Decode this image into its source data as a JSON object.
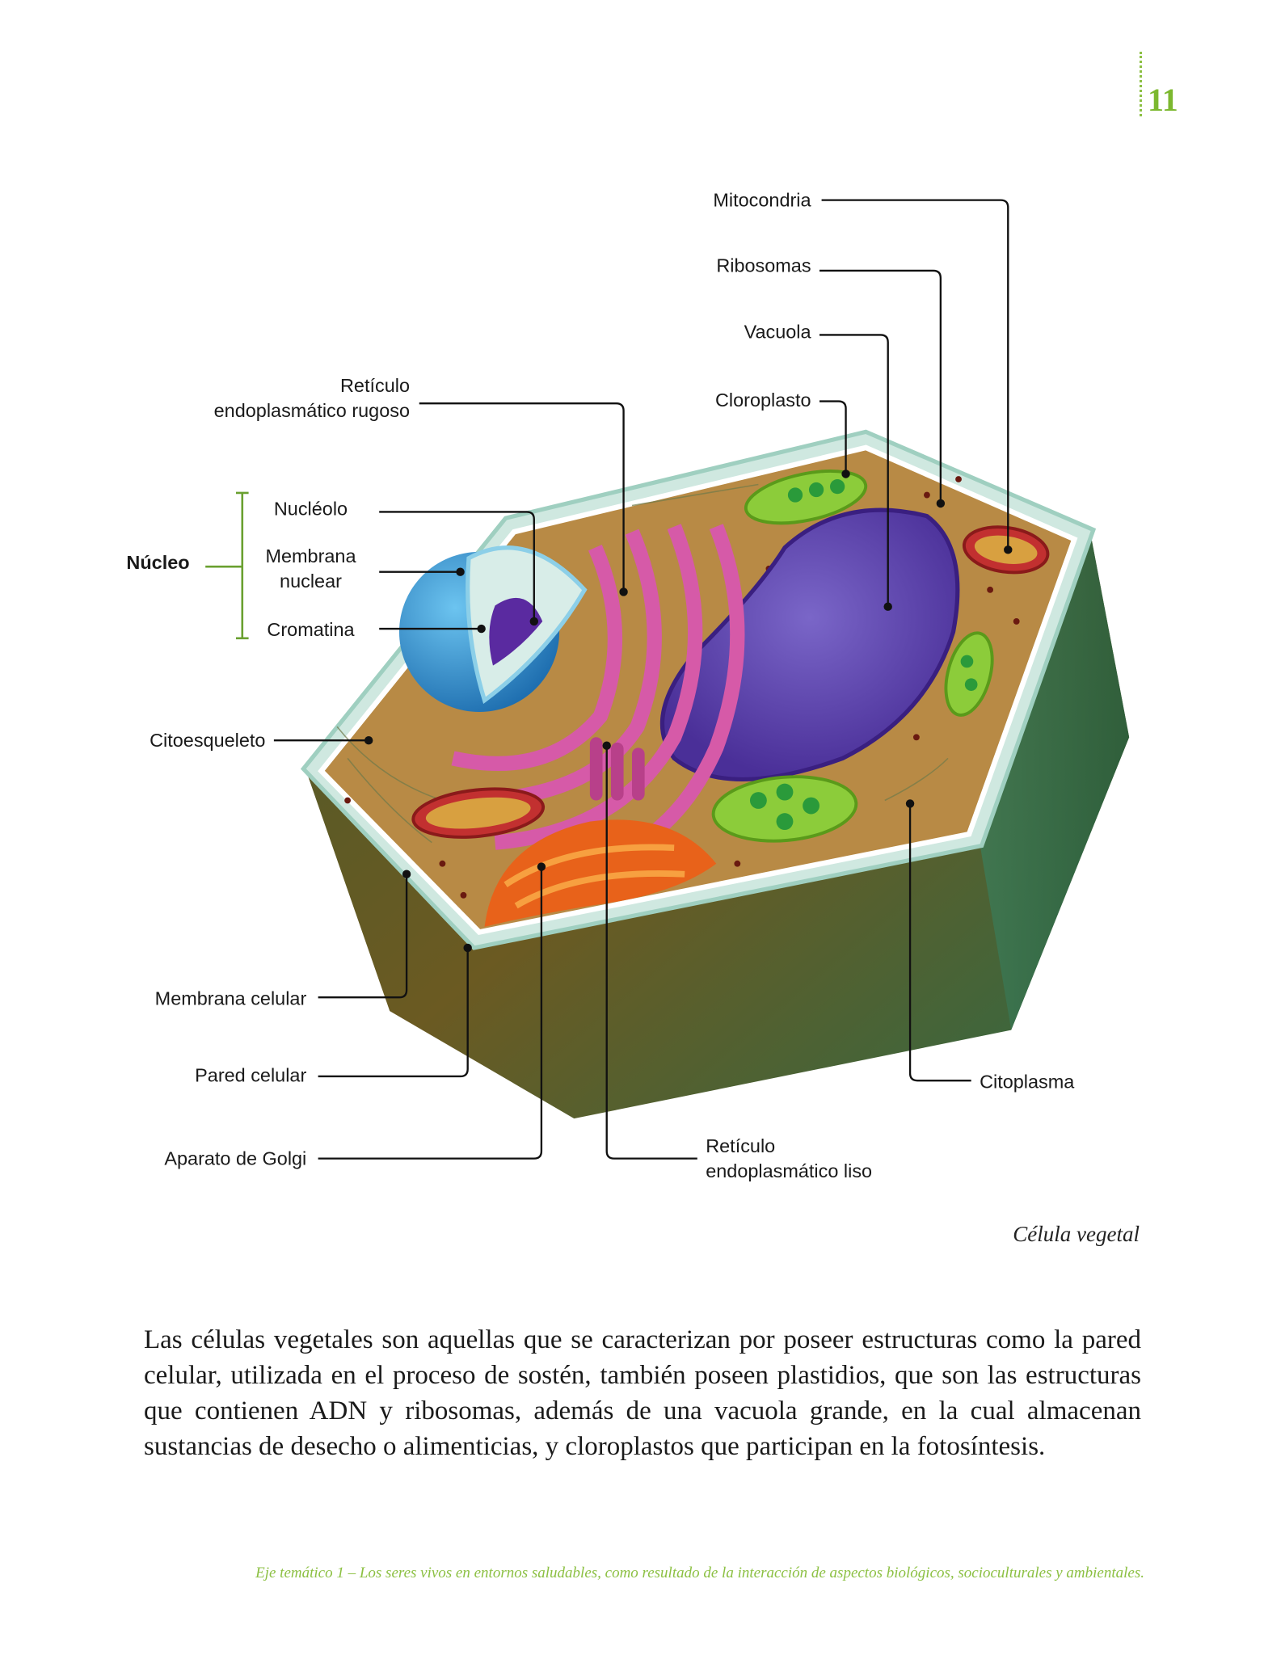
{
  "page_number": "11",
  "figure": {
    "caption": "Célula vegetal",
    "labels": {
      "mitocondria": "Mitocondria",
      "ribosomas": "Ribosomas",
      "vacuola": "Vacuola",
      "cloroplasto": "Cloroplasto",
      "reticulo_rugoso_1": "Retículo",
      "reticulo_rugoso_2": "endoplasmático rugoso",
      "nucleo": "Núcleo",
      "nucleolo": "Nucléolo",
      "membrana_nuclear_1": "Membrana",
      "membrana_nuclear_2": "nuclear",
      "cromatina": "Cromatina",
      "citoesqueleto": "Citoesqueleto",
      "membrana_celular": "Membrana celular",
      "pared_celular": "Pared celular",
      "aparato_golgi": "Aparato de Golgi",
      "reticulo_liso_1": "Retículo",
      "reticulo_liso_2": "endoplasmático liso",
      "citoplasma": "Citoplasma"
    }
  },
  "paragraph": "Las células vegetales son aquellas que se caracterizan por poseer estructuras como la pared celular, utilizada en el proceso de sostén, también poseen plastidios, que son las estructuras que contienen ADN y ribosomas, además de una vacuola grande, en la cual almacenan sustancias de desecho o alimenticias, y cloroplastos que participan en la fotosíntesis.",
  "footer": "Eje temático 1 – Los seres vivos en entornos saludables, como resultado de la interacción de aspectos biológicos, socioculturales y ambientales.",
  "colors": {
    "accent": "#7cb82f",
    "footer": "#8cc043"
  }
}
